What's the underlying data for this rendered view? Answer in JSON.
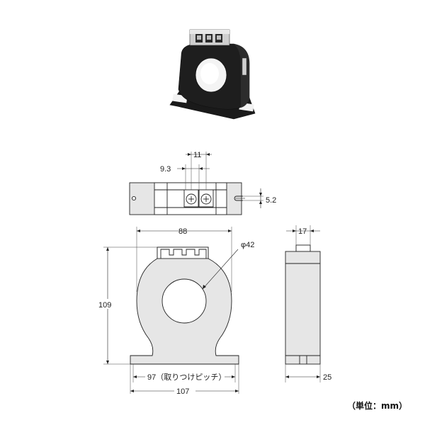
{
  "dimensions": {
    "terminal_pitch": "11",
    "terminal_offset": "9.3",
    "slot_width": "5.2",
    "width": "88",
    "hole_diameter": "φ42",
    "height": "109",
    "mounting_pitch": "97（取りつけピッチ）",
    "overall_width": "107",
    "top_depth": "17",
    "depth": "25"
  },
  "unit_label": "（単位：mm）",
  "colors": {
    "product_body": "#1e1e1e",
    "drawing_fill": "#e6e6e6",
    "line": "#222222"
  }
}
